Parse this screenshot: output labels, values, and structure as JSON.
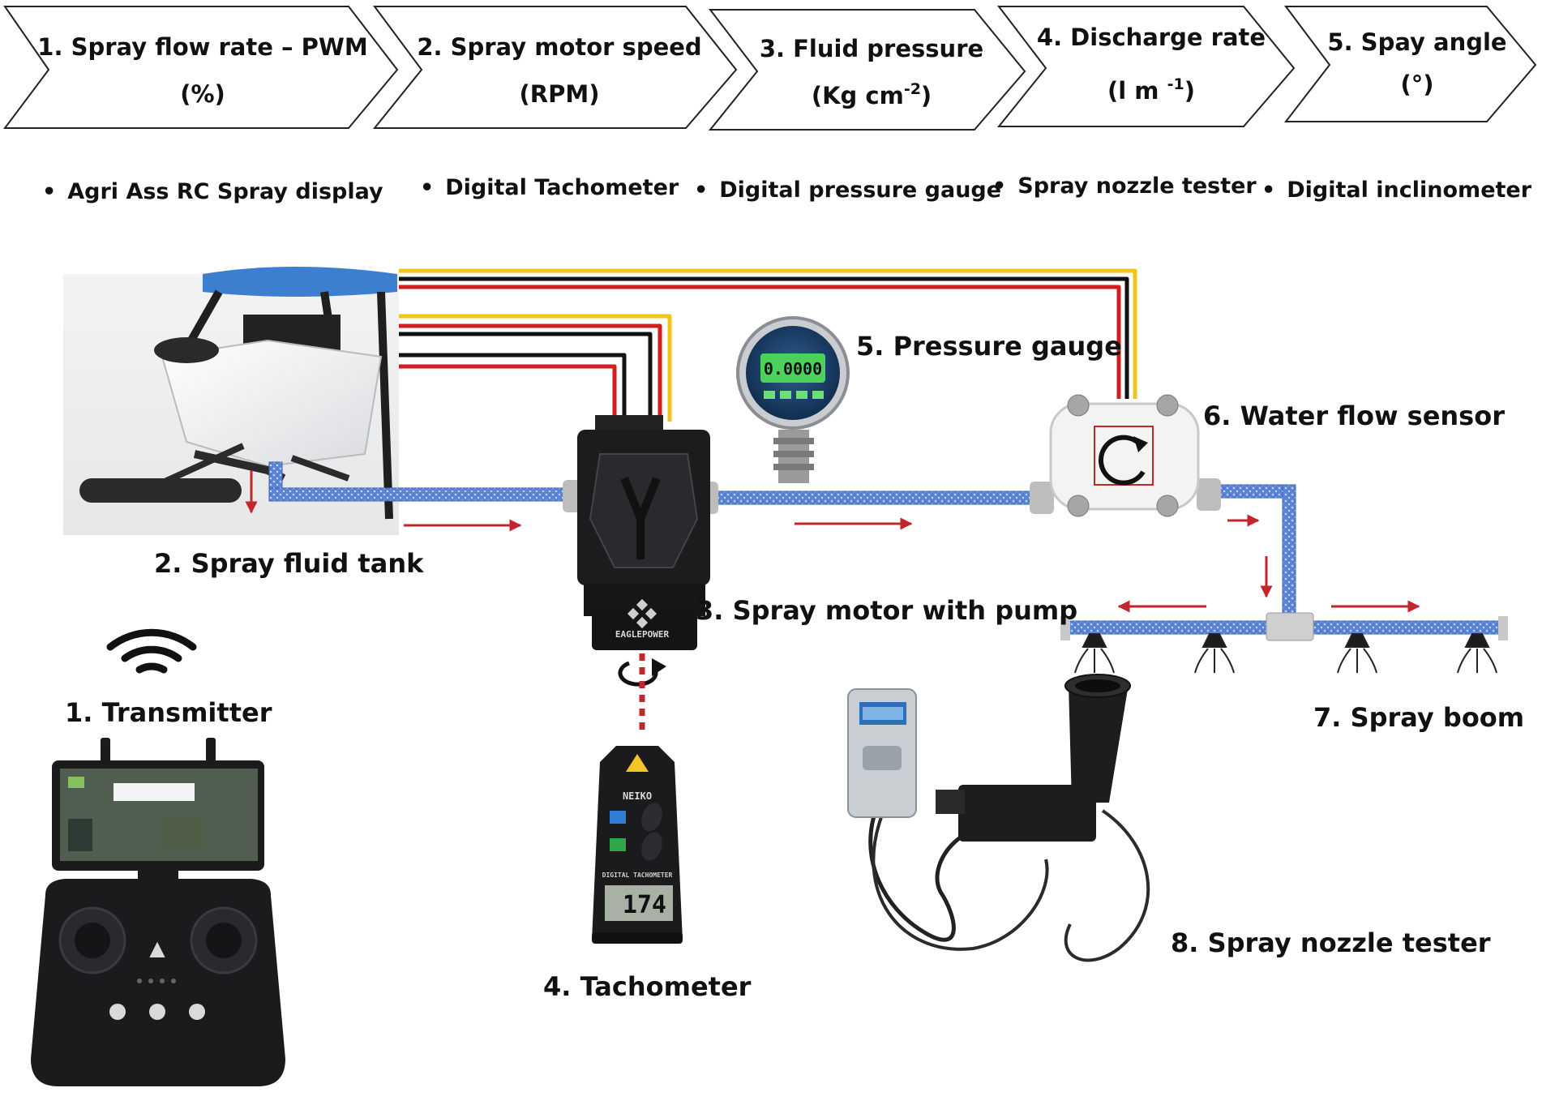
{
  "parameters": [
    {
      "line1": "1. Spray flow rate – PWM",
      "line2": "(%)",
      "instrument": "Agri Ass RC Spray display"
    },
    {
      "line1": "2. Spray motor speed",
      "line2": "(RPM)",
      "instrument": "Digital Tachometer"
    },
    {
      "line1": "3. Fluid pressure",
      "line2_base": "(Kg cm",
      "line2_sup": "-2",
      "line2_end": ")",
      "instrument": "Digital pressure gauge"
    },
    {
      "line1": "4. Discharge rate",
      "line2_base": "(l m ",
      "line2_sup": "-1",
      "line2_end": ")",
      "instrument": "Spray nozzle tester"
    },
    {
      "line1": "5. Spay angle",
      "line2": "(°)",
      "instrument": "Digital inclinometer"
    }
  ],
  "bullet": "•",
  "components": {
    "transmitter": "1. Transmitter",
    "tank": "2. Spray fluid tank",
    "motor": "3. Spray motor with pump",
    "tachometer": "4. Tachometer",
    "gauge": "5. Pressure gauge",
    "flow_sensor": "6. Water flow sensor",
    "boom": "7. Spray boom",
    "tester": "8. Spray nozzle tester"
  },
  "device_text": {
    "gauge_readout": "0.0000",
    "tacho_readout": "174",
    "tacho_brand": "NEIKO",
    "tacho_caption": "DIGITAL TACHOMETER",
    "pump_brand": "EAGLEPOWER"
  },
  "colors": {
    "pipe": "#4a78d0",
    "flow_arrow": "#c0262b",
    "wire_red": "#d21e1e",
    "wire_black": "#111111",
    "wire_yellow": "#f0c419",
    "lcd_green": "#4cd15a",
    "device_dark": "#1b1b1e"
  }
}
